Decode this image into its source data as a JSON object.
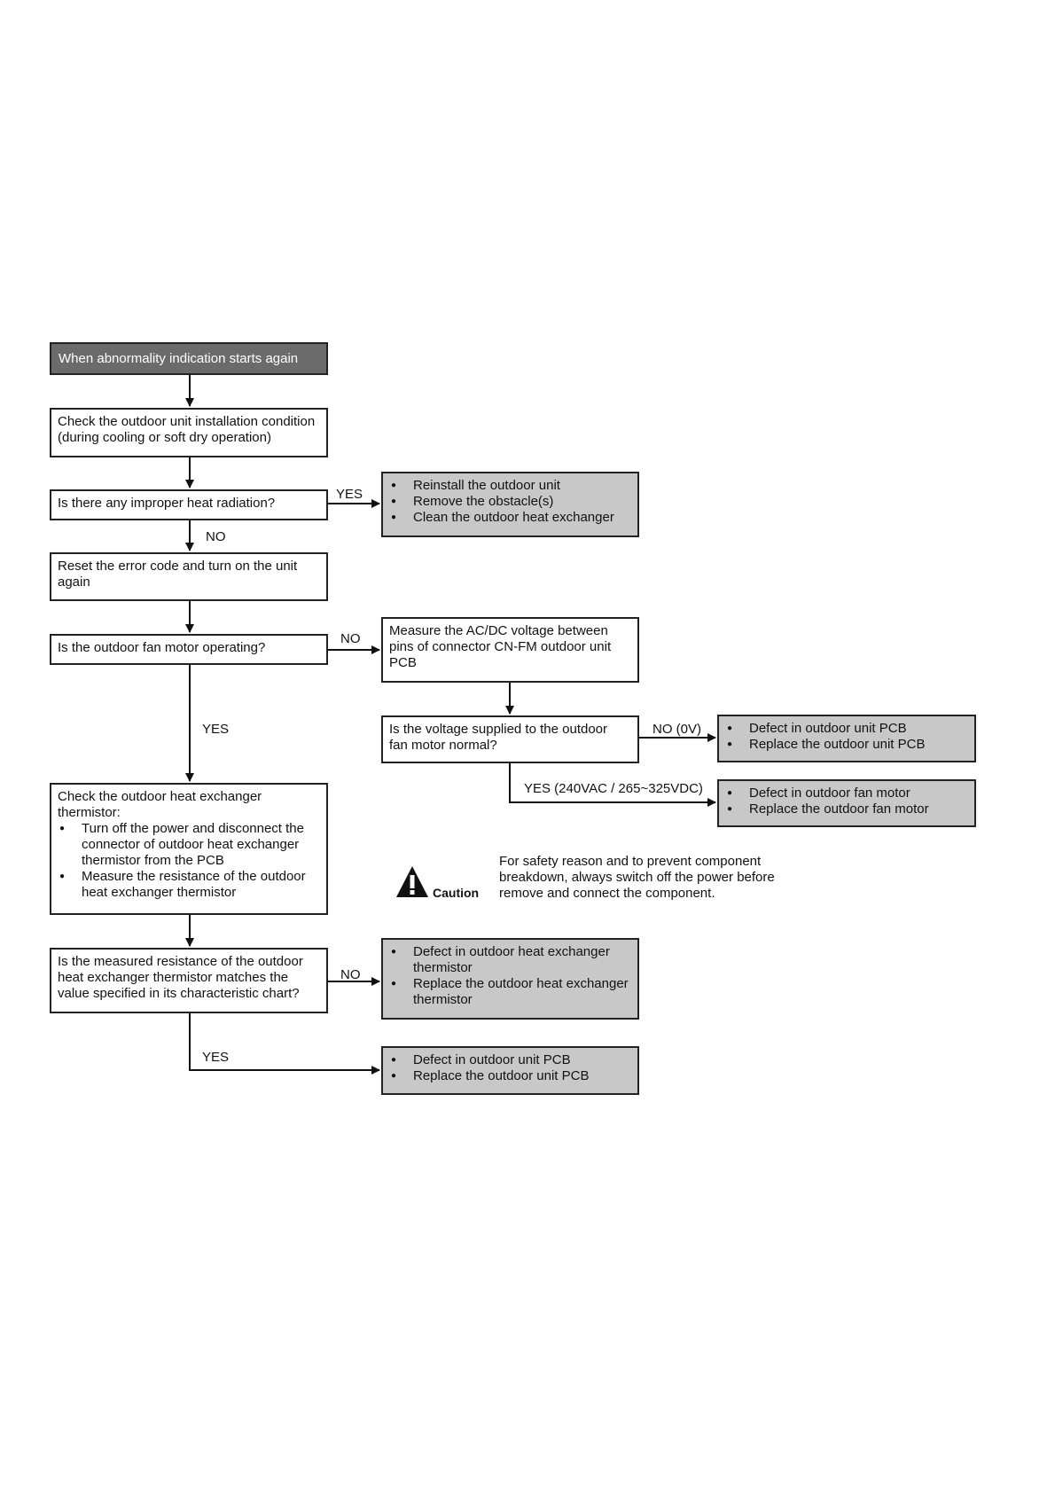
{
  "start": {
    "label": "When abnormality indication starts again"
  },
  "step_check_install": {
    "lines": [
      "Check the outdoor unit installation condition",
      "(during cooling or soft dry operation)"
    ]
  },
  "q_heat_radiation": {
    "label": "Is there any improper heat radiation?"
  },
  "a_heat_radiation": {
    "items": [
      "Reinstall the outdoor unit",
      "Remove the obstacle(s)",
      "Clean the outdoor heat exchanger"
    ]
  },
  "step_reset": {
    "lines": [
      "Reset the error code and turn on the unit",
      "again"
    ]
  },
  "q_fan_operating": {
    "label": "Is the outdoor fan motor operating?"
  },
  "step_measure_voltage": {
    "lines": [
      "Measure the AC/DC voltage between",
      "pins of connector CN-FM outdoor unit",
      "PCB"
    ]
  },
  "q_voltage_normal": {
    "lines": [
      "Is the voltage supplied to the outdoor",
      "fan motor normal?"
    ]
  },
  "a_pcb_defect_1": {
    "items": [
      "Defect in outdoor unit PCB",
      "Replace the outdoor unit PCB"
    ]
  },
  "a_fan_motor_defect": {
    "items": [
      "Defect in outdoor fan motor",
      "Replace the outdoor fan motor"
    ]
  },
  "step_check_thermistor": {
    "lines": [
      "Check the outdoor heat exchanger",
      "thermistor:"
    ],
    "items": [
      "Turn off the power and disconnect the connector of outdoor heat exchanger thermistor from the PCB",
      "Measure the resistance of the outdoor heat exchanger thermistor"
    ]
  },
  "q_resistance_match": {
    "lines": [
      "Is the measured resistance of the outdoor",
      "heat exchanger thermistor matches the",
      "value specified in its characteristic chart?"
    ]
  },
  "a_thermistor_defect": {
    "items": [
      "Defect in outdoor heat exchanger thermistor",
      "Replace the outdoor heat exchanger thermistor"
    ]
  },
  "a_pcb_defect_2": {
    "items": [
      "Defect in outdoor unit PCB",
      "Replace the outdoor unit PCB"
    ]
  },
  "labels": {
    "yes_heat": "YES",
    "no_heat": "NO",
    "no_fan": "NO",
    "yes_fan": "YES",
    "no_voltage": "NO (0V)",
    "yes_voltage": "YES (240VAC / 265~325VDC)",
    "no_resistance": "NO",
    "yes_resistance": "YES"
  },
  "caution": {
    "icon": "warning-triangle-icon",
    "label": "Caution",
    "text": "For safety reason and to prevent component breakdown, always switch off the power before remove and connect the component."
  }
}
